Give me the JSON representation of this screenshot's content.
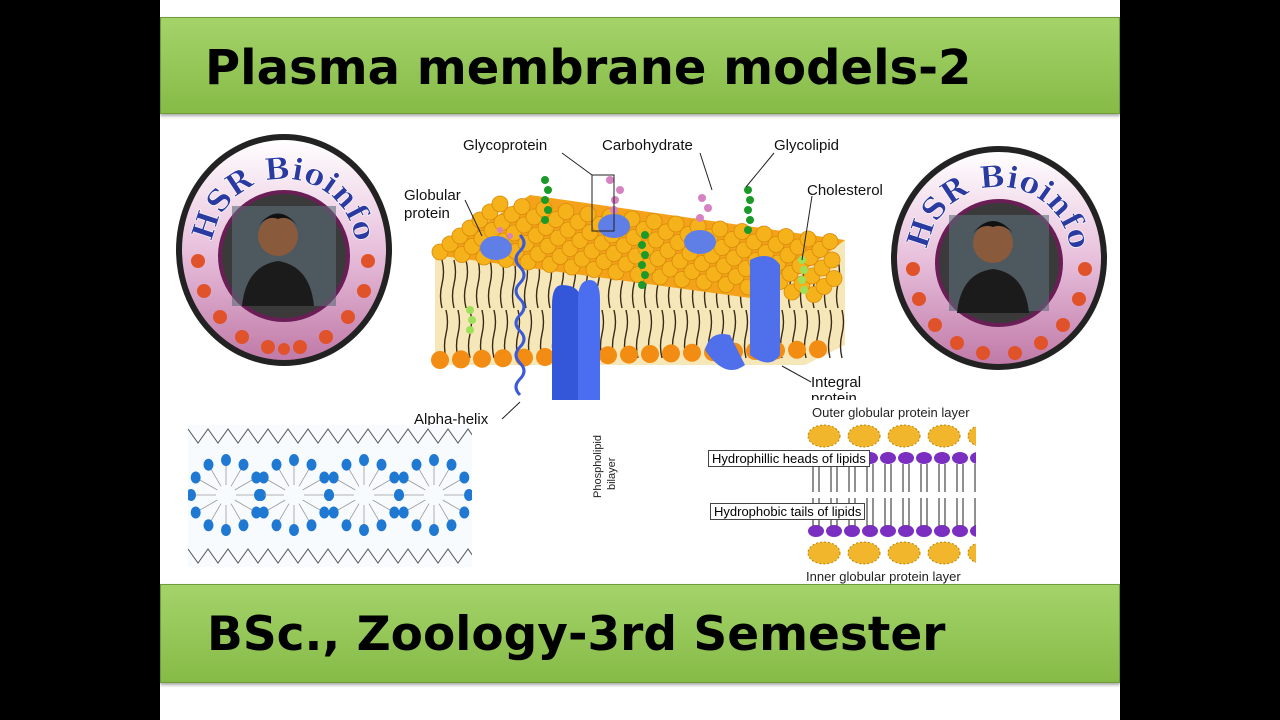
{
  "title": "Plasma membrane models-2",
  "subtitle": "BSc., Zoology-3rd Semester",
  "logo": {
    "text": "HSR Bioinfo"
  },
  "fluid_mosaic": {
    "labels": {
      "glycoprotein": "Glycoprotein",
      "carbohydrate": "Carbohydrate",
      "glycolipid": "Glycolipid",
      "globular_protein_1": "Globular",
      "globular_protein_2": "protein",
      "cholesterol": "Cholesterol",
      "integral_protein_1": "Integral",
      "integral_protein_2": "protein",
      "alpha_helix": "Alpha-helix"
    }
  },
  "unit_membrane": {
    "outer_layer": "Outer globular protein layer",
    "heads": "Hydrophillic heads of lipids",
    "tails": "Hydrophobic tails of lipids",
    "bilayer_1": "Phospholipid",
    "bilayer_2": "bilayer",
    "inner_layer": "Inner globular protein layer"
  },
  "colors": {
    "banner": "#95c857",
    "lipid_head": "#f5a623",
    "protein": "#4a6fe0",
    "micelle_head": "#2a7fd0",
    "purple_head": "#7a2fc0"
  }
}
